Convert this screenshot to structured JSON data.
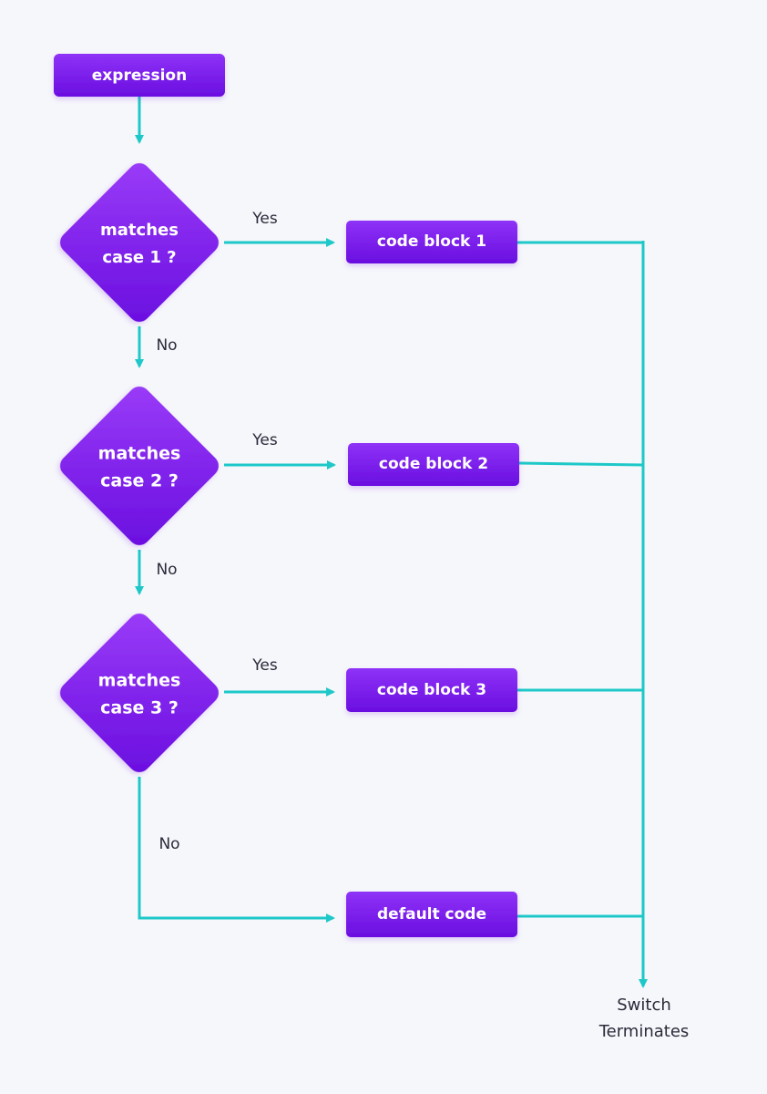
{
  "nodes": {
    "expression": "expression",
    "case1_line1": "matches",
    "case1_line2": "case 1 ?",
    "case2_line1": "matches",
    "case2_line2": "case 2 ?",
    "case3_line1": "matches",
    "case3_line2": "case 3 ?",
    "block1": "code block 1",
    "block2": "code block 2",
    "block3": "code block 3",
    "default": "default code",
    "end_line1": "Switch",
    "end_line2": "Terminates"
  },
  "labels": {
    "yes": "Yes",
    "no": "No"
  },
  "colors": {
    "node_fill_start": "#8a2cf5",
    "node_fill_end": "#6a0ee0",
    "connector": "#1ec8c8",
    "label_text": "#2b2b3a",
    "background": "#f6f7fb"
  }
}
